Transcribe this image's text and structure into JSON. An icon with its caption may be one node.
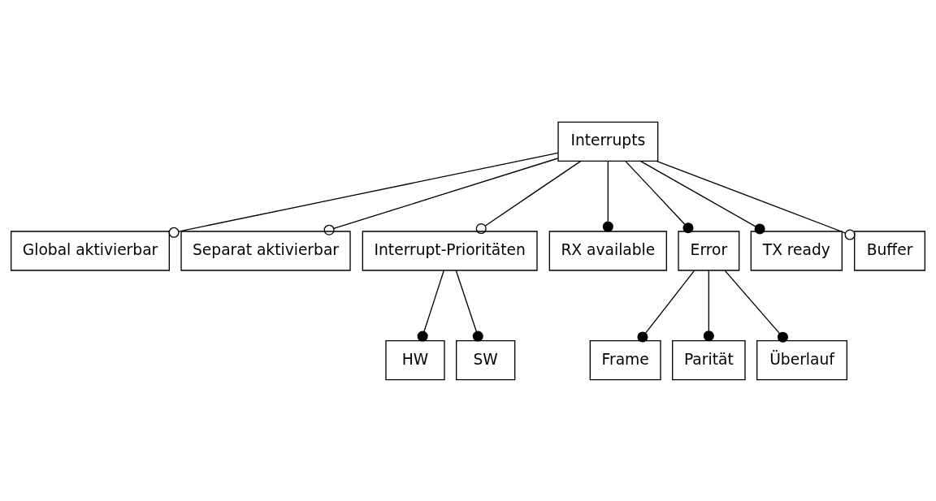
{
  "diagram": {
    "nodes": [
      {
        "text": [
          "Interrupts"
        ]
      },
      {
        "text": [
          "Global aktivierbar"
        ]
      },
      {
        "text": [
          "Separat aktivierbar"
        ]
      },
      {
        "text": [
          "Interrupt-Prioritäten"
        ]
      },
      {
        "text": [
          "RX available"
        ]
      },
      {
        "text": [
          "Error"
        ]
      },
      {
        "text": [
          "TX ready"
        ]
      },
      {
        "text": [
          "Buffer"
        ]
      },
      {
        "text": [
          "HW"
        ]
      },
      {
        "text": [
          "SW"
        ]
      },
      {
        "text": [
          "Frame"
        ]
      },
      {
        "text": [
          "Parität"
        ]
      },
      {
        "text": [
          "Überlauf"
        ]
      }
    ],
    "edges": [
      {
        "from": 0,
        "to": 1,
        "arrow": "other"
      },
      {
        "from": 0,
        "to": 2,
        "arrow": "other"
      },
      {
        "from": 0,
        "to": 3,
        "arrow": "other"
      },
      {
        "from": 0,
        "to": 4,
        "arrow": "other"
      },
      {
        "from": 0,
        "to": 5,
        "arrow": "other"
      },
      {
        "from": 0,
        "to": 6,
        "arrow": "other"
      },
      {
        "from": 0,
        "to": 7,
        "arrow": "other"
      },
      {
        "from": 3,
        "to": 8,
        "arrow": "other"
      },
      {
        "from": 3,
        "to": 9,
        "arrow": "other"
      },
      {
        "from": 5,
        "to": 10,
        "arrow": "other"
      },
      {
        "from": 5,
        "to": 11,
        "arrow": "other"
      },
      {
        "from": 5,
        "to": 12,
        "arrow": "other"
      }
    ]
  }
}
